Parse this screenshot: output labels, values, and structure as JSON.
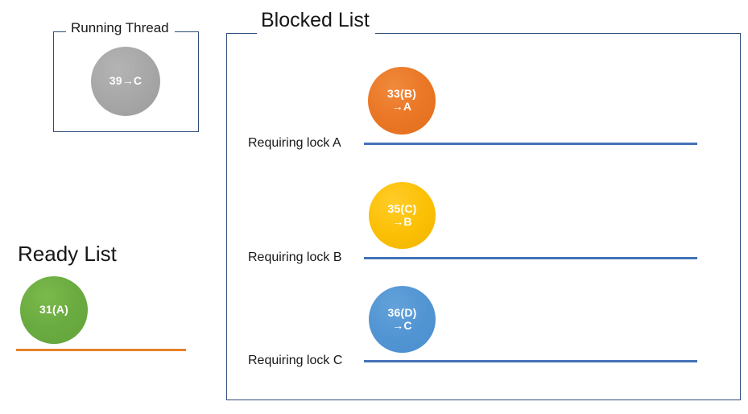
{
  "diagram": {
    "title_visible": false,
    "colors": {
      "box_border": "#2e4d7b",
      "lock_line": "#4472b8",
      "ready_line": "#e8802b",
      "running_node": "#a6a6a6",
      "blocked_node_a": "#ea7726",
      "blocked_node_b": "#fcc006",
      "blocked_node_c": "#5295d3",
      "ready_node": "#6aab41",
      "text": "#171717"
    }
  },
  "running_thread": {
    "title": "Running Thread",
    "node": {
      "label": "39→C",
      "line1": "39→C",
      "line2": ""
    }
  },
  "blocked_list": {
    "title": "Blocked List",
    "rows": [
      {
        "node": {
          "line1": "33(B)",
          "line2": "→A"
        },
        "lock_label": "Requiring lock A"
      },
      {
        "node": {
          "line1": "35(C)",
          "line2": "→B"
        },
        "lock_label": "Requiring lock B"
      },
      {
        "node": {
          "line1": "36(D)",
          "line2": "→C"
        },
        "lock_label": "Requiring lock C"
      }
    ]
  },
  "ready_list": {
    "title": "Ready List",
    "node": {
      "line1": "31(A)",
      "line2": ""
    }
  }
}
